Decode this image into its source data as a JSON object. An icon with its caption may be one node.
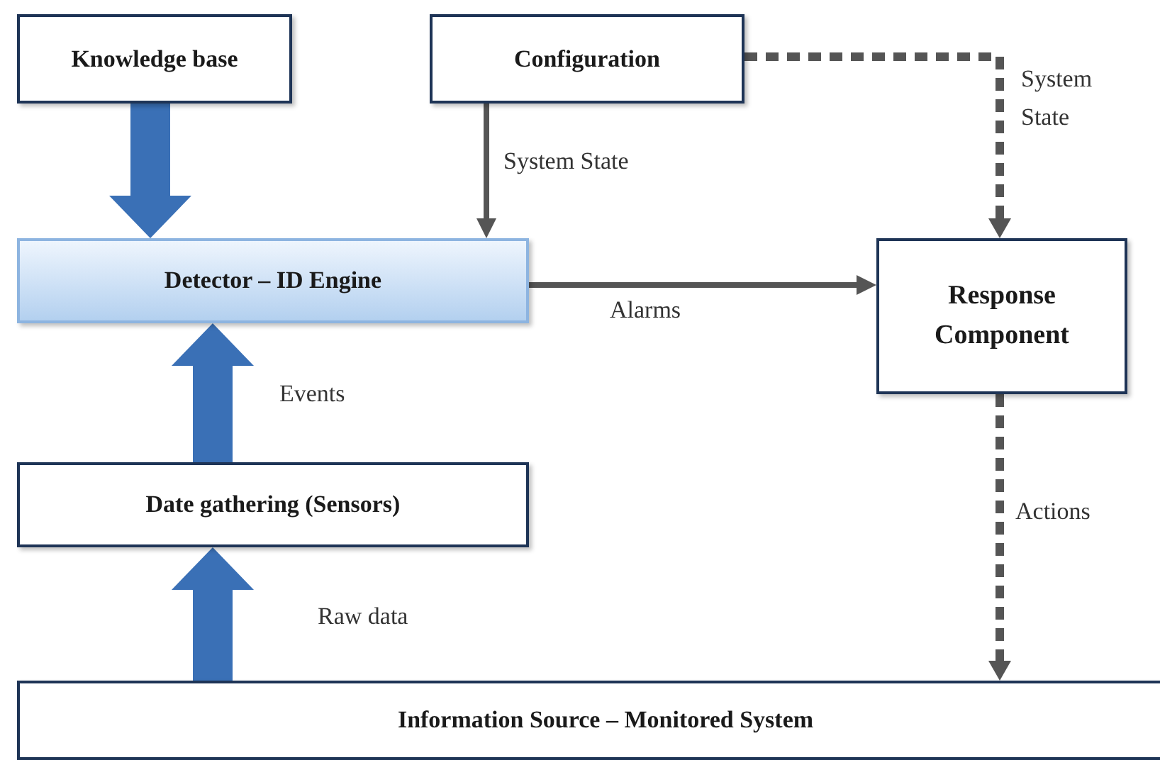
{
  "diagram": {
    "nodes": [
      {
        "text": [
          "Knowledge base"
        ]
      },
      {
        "text": [
          "Configuration"
        ]
      },
      {
        "text": [
          "Detector – ID Engine"
        ]
      },
      {
        "text": [
          "Response Component"
        ]
      },
      {
        "text": [
          "Date gathering (Sensors)"
        ]
      },
      {
        "text": [
          "Information Source – Monitored System"
        ]
      }
    ],
    "edges": [
      {
        "from": 0,
        "to": 2,
        "arrow": "to",
        "style": "thick",
        "color": "#3a70b6"
      },
      {
        "from": 1,
        "to": 2,
        "arrow": "to",
        "label": "System State"
      },
      {
        "from": 1,
        "to": 3,
        "arrow": "to",
        "style": "dashed",
        "label": "System State"
      },
      {
        "from": 2,
        "to": 3,
        "arrow": "to",
        "label": "Alarms"
      },
      {
        "from": 4,
        "to": 2,
        "arrow": "to",
        "style": "thick",
        "color": "#3a70b6",
        "label": "Events"
      },
      {
        "from": 5,
        "to": 4,
        "arrow": "to",
        "style": "thick",
        "color": "#3a70b6",
        "label": "Raw data"
      },
      {
        "from": 3,
        "to": 5,
        "arrow": "to",
        "style": "dashed",
        "label": "Actions"
      }
    ]
  }
}
